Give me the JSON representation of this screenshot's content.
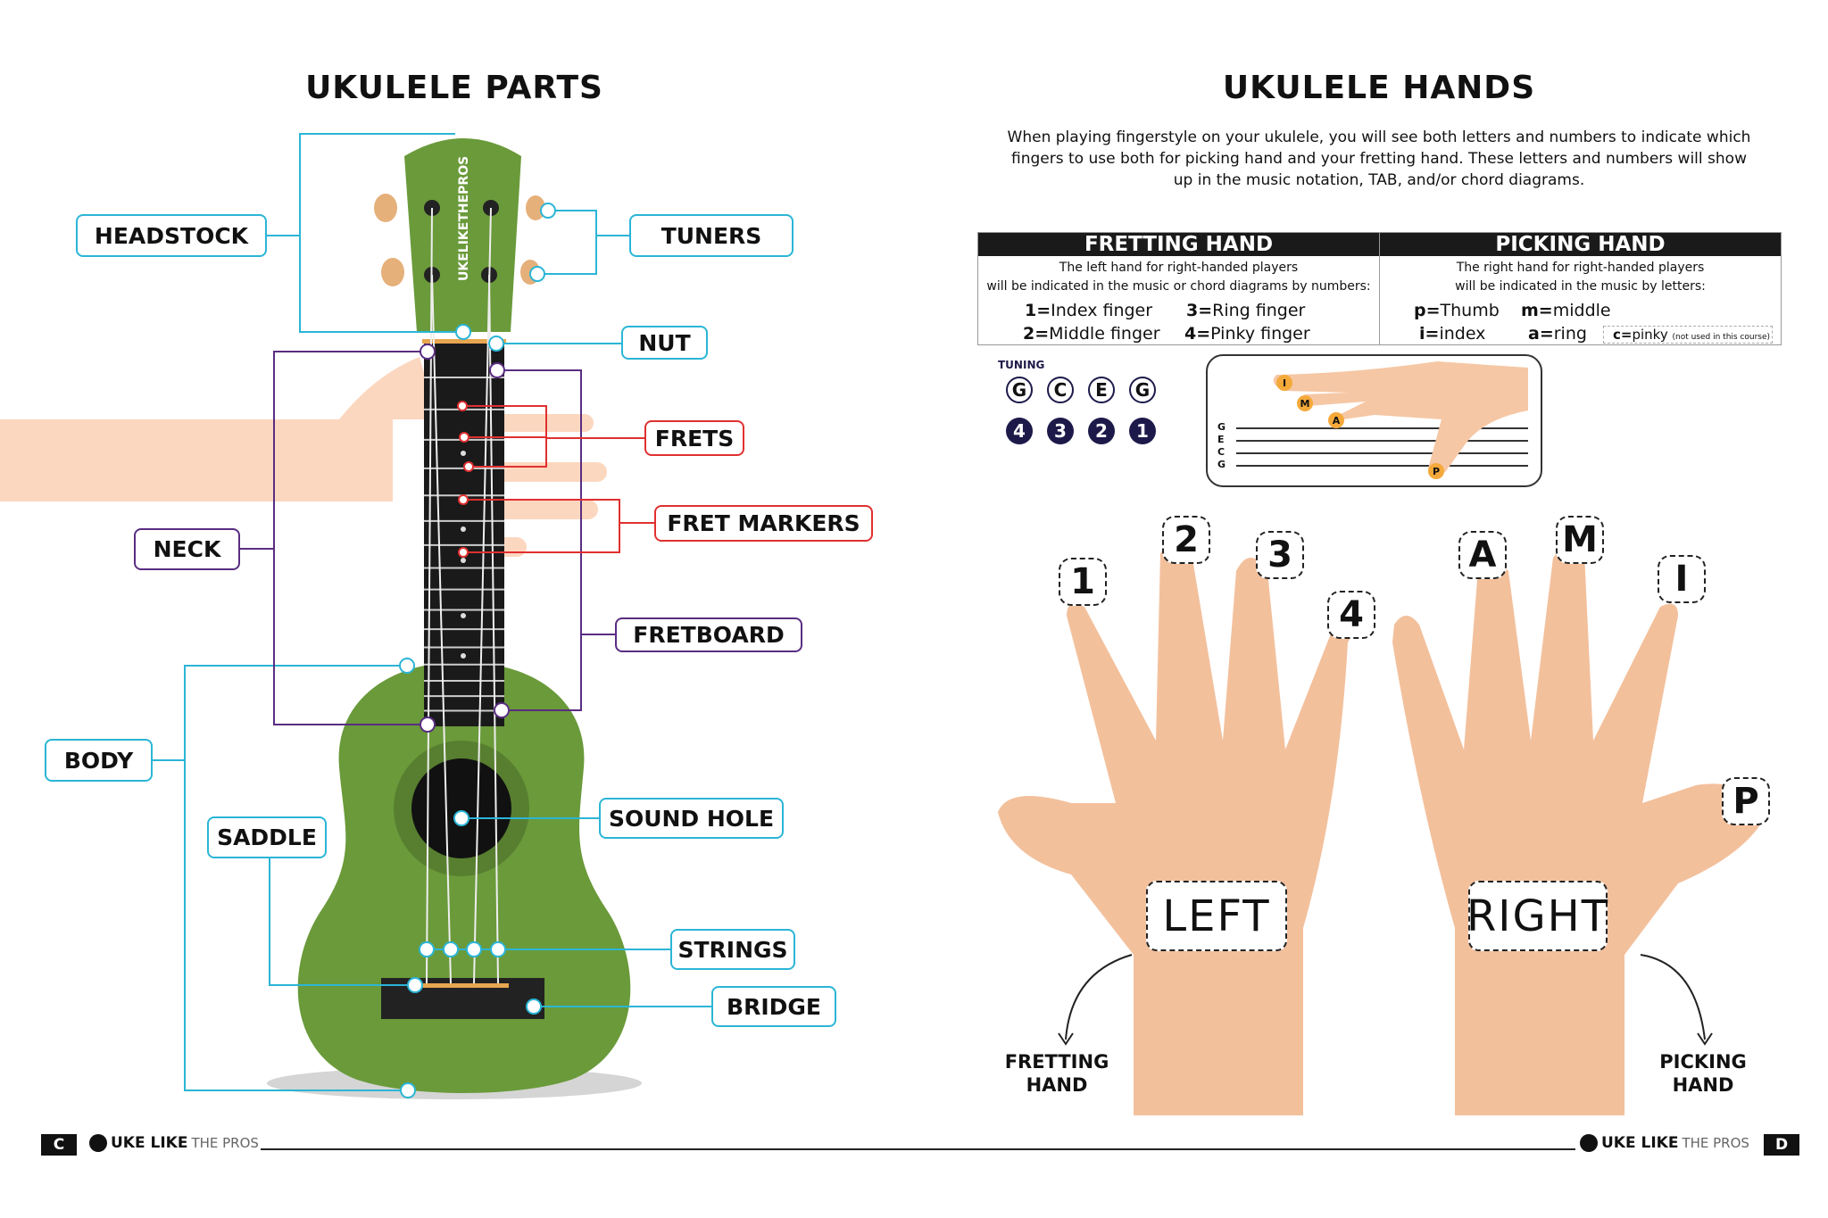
{
  "left_page": {
    "title": "UKULELE PARTS",
    "headstock_brand": "UKELIKETHEPROS",
    "parts": {
      "headstock": "HEADSTOCK",
      "tuners": "TUNERS",
      "nut": "NUT",
      "frets": "FRETS",
      "fret_markers": "FRET MARKERS",
      "neck": "NECK",
      "fretboard": "FRETBOARD",
      "body": "BODY",
      "saddle": "SADDLE",
      "sound_hole": "SOUND HOLE",
      "strings": "STRINGS",
      "bridge": "BRIDGE"
    },
    "colors": {
      "cyan": "#2bb5d6",
      "purple": "#5a2d82",
      "red": "#e03030",
      "uke_green": "#6a9a3a"
    }
  },
  "right_page": {
    "title": "UKULELE HANDS",
    "intro": "When playing fingerstyle on your ukulele, you will see both letters and numbers to indicate which fingers to use both for picking hand and your fretting hand.  These letters and numbers will show up in the music notation, TAB, and/or chord diagrams.",
    "fretting": {
      "header": "FRETTING HAND",
      "desc1": "The left hand for right-handed players",
      "desc2": "will be indicated in the music or chord diagrams by numbers:",
      "items": [
        {
          "key": "1=",
          "val": "Index finger"
        },
        {
          "key": "3=",
          "val": "Ring finger"
        },
        {
          "key": "2=",
          "val": "Middle finger"
        },
        {
          "key": "4=",
          "val": "Pinky finger"
        }
      ]
    },
    "picking": {
      "header": "PICKING HAND",
      "desc1": "The right hand for right-handed players",
      "desc2": "will be indicated in the music by letters:",
      "items": [
        {
          "key": "p=",
          "val": "Thumb"
        },
        {
          "key": "m=",
          "val": "middle"
        },
        {
          "key": "i=",
          "val": "index"
        },
        {
          "key": "a=",
          "val": "ring"
        },
        {
          "key": "c=",
          "val": "pinky",
          "note": "(not used in this course)"
        }
      ]
    },
    "tuning": {
      "label": "TUNING",
      "notes": [
        "G",
        "C",
        "E",
        "G"
      ],
      "strings": [
        "4",
        "3",
        "2",
        "1"
      ]
    },
    "picking_diagram": {
      "string_labels": [
        "G",
        "E",
        "C",
        "G"
      ],
      "finger_labels": [
        "I",
        "M",
        "A",
        "P"
      ]
    },
    "left_hand": {
      "label": "LEFT",
      "fingers": [
        "1",
        "2",
        "3",
        "4"
      ],
      "caption1": "FRETTING",
      "caption2": "HAND"
    },
    "right_hand": {
      "label": "RIGHT",
      "fingers": [
        "A",
        "M",
        "I",
        "P"
      ],
      "caption1": "PICKING",
      "caption2": "HAND"
    }
  },
  "footer": {
    "left_page": "C",
    "right_page": "D",
    "brand_bold": "UKE LIKE",
    "brand_light": "THE PROS"
  }
}
